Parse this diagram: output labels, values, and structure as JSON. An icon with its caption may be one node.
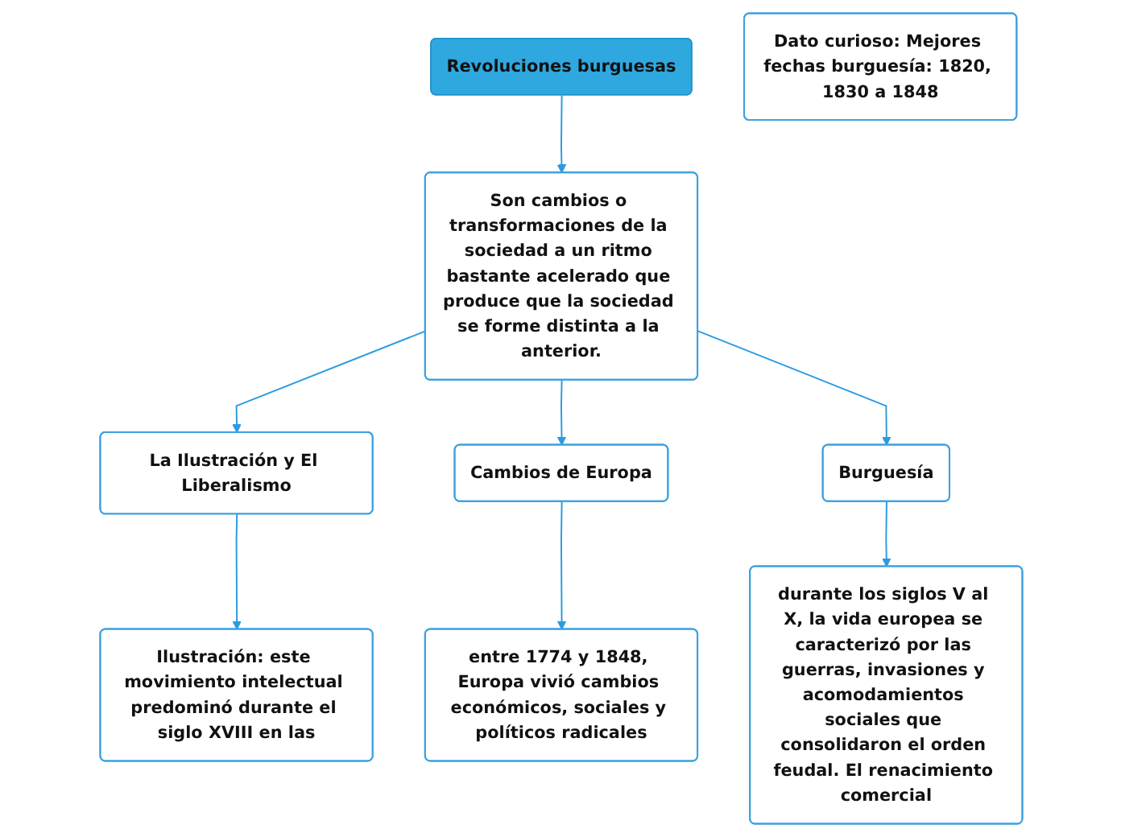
{
  "diagram": {
    "nodes": [
      {
        "text": [
          "Revoluciones burguesas"
        ]
      },
      {
        "text": [
          "Dato curioso: Mejores fechas burguesía: 1820, 1830 a 1848"
        ]
      },
      {
        "text": [
          "Son cambios o transformaciones de la sociedad a un ritmo bastante acelerado que produce que la sociedad se forme distinta a la anterior."
        ]
      },
      {
        "text": [
          "La Ilustración y El Liberalismo"
        ]
      },
      {
        "text": [
          "Cambios de Europa"
        ]
      },
      {
        "text": [
          "Burguesía"
        ]
      },
      {
        "text": [
          "Ilustración: este movimiento intelectual predominó durante el siglo XVIII en las"
        ]
      },
      {
        "text": [
          "entre 1774 y 1848, Europa vivió cambios económicos, sociales y políticos radicales"
        ]
      },
      {
        "text": [
          "durante los siglos V al X, la vida europea se caracterizó por las guerras, invasiones y acomodamientos sociales que consolidaron el orden feudal. El renacimiento comercial"
        ]
      }
    ],
    "edges": [
      {
        "from": 0,
        "to": 2,
        "arrow": "to"
      },
      {
        "from": 2,
        "to": 3,
        "arrow": "to"
      },
      {
        "from": 2,
        "to": 4,
        "arrow": "to"
      },
      {
        "from": 2,
        "to": 5,
        "arrow": "to"
      },
      {
        "from": 3,
        "to": 6,
        "arrow": "to"
      },
      {
        "from": 4,
        "to": 7,
        "arrow": "to"
      },
      {
        "from": 5,
        "to": 8,
        "arrow": "to"
      }
    ]
  }
}
